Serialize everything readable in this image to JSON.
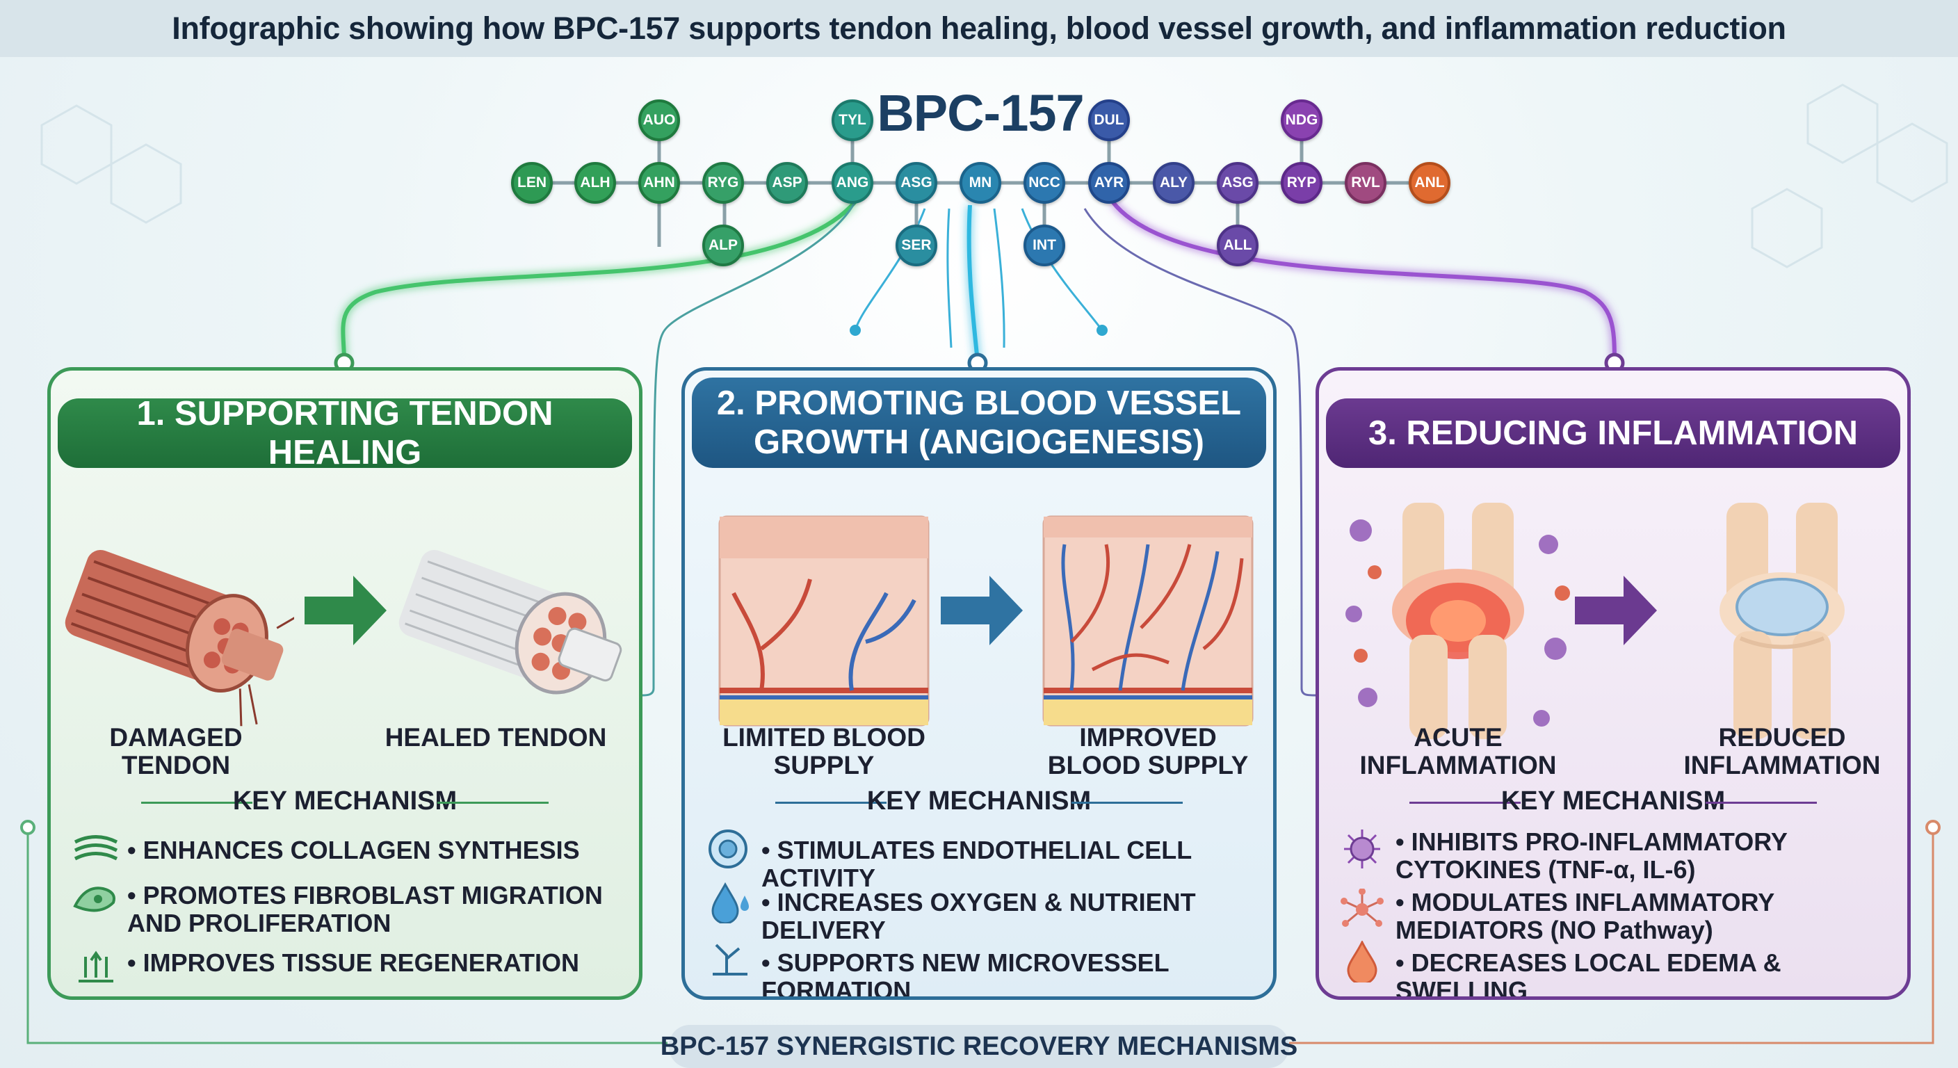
{
  "title": "Infographic showing how BPC-157 supports tendon healing, blood vessel growth, and inflammation reduction",
  "molecule": {
    "name": "BPC-157",
    "chain": [
      "LEN",
      "ALH",
      "AHN",
      "RYG",
      "ASP",
      "ANG",
      "ASG",
      "MN",
      "NCC",
      "AYR",
      "ALY",
      "ASG",
      "RYP",
      "RVL",
      "ANL"
    ],
    "top_branches": [
      "AUO",
      "TYL",
      "DUL",
      "NDG"
    ],
    "bottom_branches": [
      "ALP",
      "SER",
      "INT",
      "ALL"
    ]
  },
  "panels": [
    {
      "title": "1. SUPPORTING TENDON HEALING",
      "before_label": "DAMAGED TENDON",
      "after_label": "HEALED TENDON",
      "mechanism_title": "KEY MECHANISM",
      "mechanisms": [
        "• ENHANCES COLLAGEN SYNTHESIS",
        "• PROMOTES FIBROBLAST MIGRATION AND PROLIFERATION",
        "• IMPROVES TISSUE REGENERATION"
      ],
      "icons": [
        "collagen-fiber-icon",
        "fibroblast-cell-icon",
        "tissue-regeneration-icon"
      ],
      "accent": "#2f8a4a"
    },
    {
      "title": "2. PROMOTING BLOOD VESSEL GROWTH (ANGIOGENESIS)",
      "before_label": "LIMITED BLOOD SUPPLY",
      "after_label": "IMPROVED BLOOD SUPPLY",
      "mechanism_title": "KEY MECHANISM",
      "mechanisms": [
        "• STIMULATES ENDOTHELIAL CELL ACTIVITY",
        "• INCREASES OXYGEN & NUTRIENT DELIVERY",
        "• SUPPORTS NEW MICROVESSEL FORMATION"
      ],
      "icons": [
        "endothelial-cell-icon",
        "water-drop-icon",
        "microvessel-icon"
      ],
      "accent": "#2f73a2"
    },
    {
      "title": "3. REDUCING INFLAMMATION",
      "before_label": "ACUTE INFLAMMATION",
      "after_label": "REDUCED INFLAMMATION",
      "mechanism_title": "KEY MECHANISM",
      "mechanisms": [
        "• INHIBITS PRO-INFLAMMATORY CYTOKINES (TNF-α, IL-6)",
        "• MODULATES INFLAMMATORY MEDIATORS (NO Pathway)",
        "• DECREASES LOCAL EDEMA & SWELLING"
      ],
      "icons": [
        "cytokine-virus-icon",
        "mediator-molecule-icon",
        "edema-drop-icon"
      ],
      "accent": "#6b3a90"
    }
  ],
  "footer": "BPC-157 SYNERGISTIC RECOVERY MECHANISMS"
}
